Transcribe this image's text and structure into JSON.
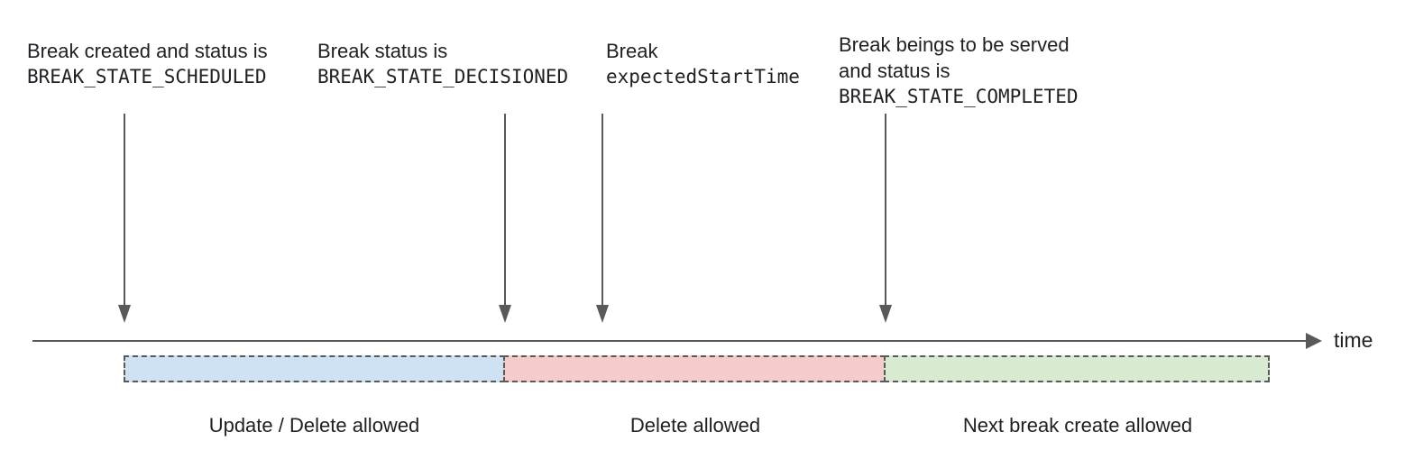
{
  "annotations": [
    {
      "line1": "Break created and status is",
      "code": "BREAK_STATE_SCHEDULED"
    },
    {
      "line1": "Break status is",
      "code": "BREAK_STATE_DECISIONED"
    },
    {
      "line1": "Break",
      "code": "expectedStartTime"
    },
    {
      "line1": "Break beings to be served",
      "line2": "and status is",
      "code": "BREAK_STATE_COMPLETED"
    }
  ],
  "axis": {
    "label": "time"
  },
  "segments": [
    {
      "label": "Update / Delete allowed",
      "fill": "#cfe2f3"
    },
    {
      "label": "Delete allowed",
      "fill": "#f4cccc"
    },
    {
      "label": "Next break create allowed",
      "fill": "#d9ead3"
    }
  ],
  "colors": {
    "text": "#202124",
    "line": "#595959",
    "background": "#ffffff"
  },
  "icons": {
    "event_marker": "down-arrow",
    "axis_direction": "right-arrow"
  }
}
